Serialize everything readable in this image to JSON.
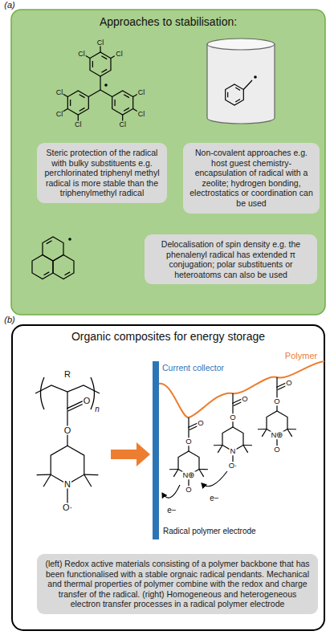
{
  "diagram": {
    "nodes": [
      {
        "text": [
          "Approaches to stabilisation:"
        ]
      },
      {
        "text": [
          "Steric protection of the radical with bulky substituents e.g. perchlorinated triphenyl methyl radical is more stable than the triphenylmethyl radical"
        ],
        "in": 0
      },
      {
        "text": [
          "Non-covalent approaches e.g. host guest chemistry-encapsulation of radical with a zeolite; hydrogen bonding, electrostatics or coordination can be used"
        ],
        "in": 0
      },
      {
        "text": [
          "Delocalisation of spin density e.g. the phenalenyl radical has extended π conjugation; polar substituents or heteroatoms can also be used"
        ],
        "in": 0
      },
      {
        "text": [
          "Organic composites for energy storage"
        ]
      },
      {
        "text": [
          "(left) Redox active materials consisting of a polymer backbone that has been functionalised with a stable orgnaic radical pendants. Mechanical and thermal properties of polymer combine with the redox and charge transfer of the radical. (right) Homogeneous and heterogeneous electron transfer processes in a radical polymer electrode"
        ],
        "in": 4
      }
    ],
    "labels": [
      "(a)",
      "Cl",
      "Cl",
      "Cl",
      "Cl",
      "Cl",
      "Cl",
      "Cl",
      "Cl",
      "Cl",
      "(b)",
      "R",
      "n",
      "O",
      "O",
      "N",
      "O·",
      "Current collector",
      "Polymer",
      "O",
      "O",
      "N⊕",
      "O",
      "O",
      "O",
      "N",
      "O·",
      "O",
      "O",
      "N⊕",
      "O",
      "e−",
      "e−",
      "Radical polymer electrode"
    ]
  }
}
